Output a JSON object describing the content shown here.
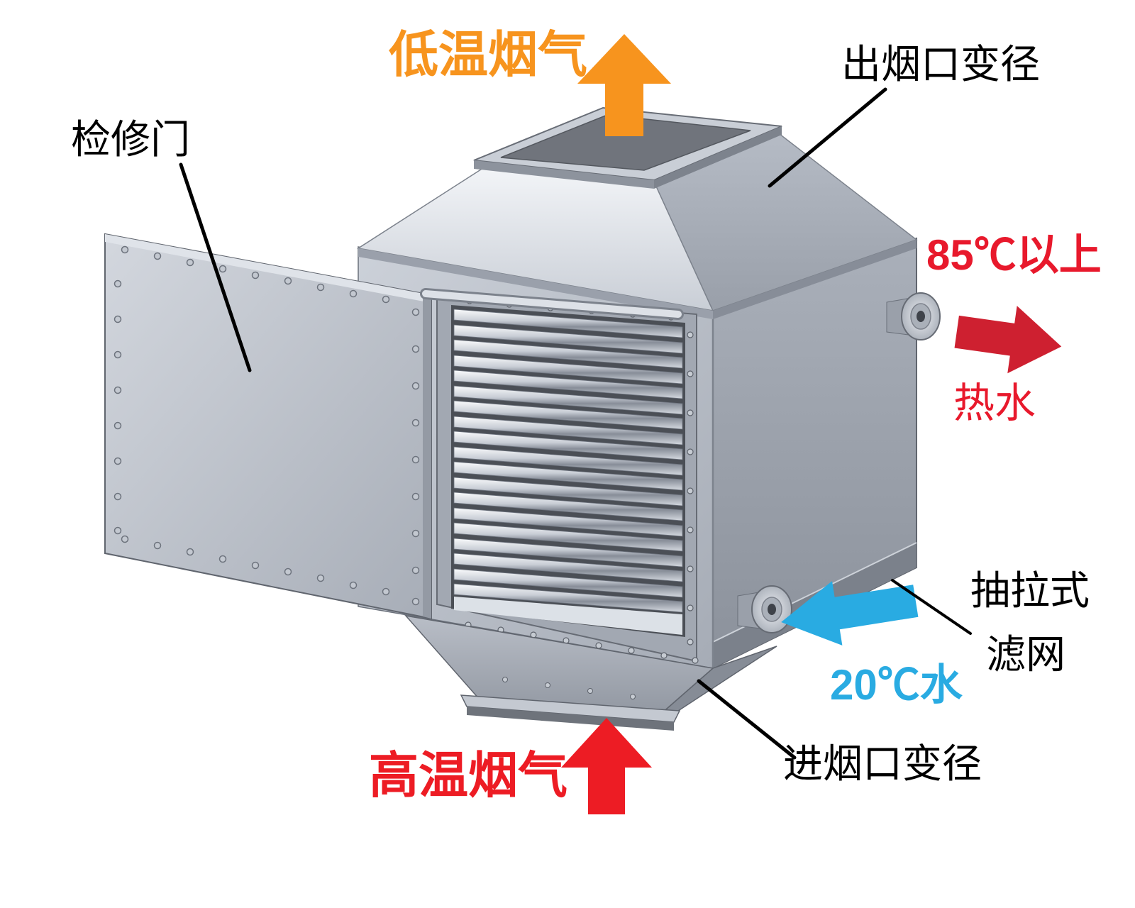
{
  "labels": {
    "low_temp_flue_gas": {
      "text": "低温烟气",
      "color": "#F7941E"
    },
    "outlet_reducer": {
      "text": "出烟口变径",
      "color": "#000000"
    },
    "inspection_door": {
      "text": "检修门",
      "color": "#000000"
    },
    "hot_water_temp": {
      "text": "85℃以上",
      "color": "#E8192C"
    },
    "hot_water": {
      "text": "热水",
      "color": "#E8192C"
    },
    "pull_out": {
      "text": "抽拉式",
      "color": "#000000"
    },
    "filter_screen": {
      "text": "滤网",
      "color": "#000000"
    },
    "cold_water_in": {
      "text": "20℃水",
      "color": "#29ABE2"
    },
    "inlet_reducer": {
      "text": "进烟口变径",
      "color": "#000000"
    },
    "high_temp_flue_gas": {
      "text": "高温烟气",
      "color": "#ED1C24"
    }
  },
  "arrows": {
    "flue_gas_outlet": {
      "direction": "up",
      "color": "#F7941E"
    },
    "flue_gas_inlet": {
      "direction": "up",
      "color": "#ED1C24"
    },
    "hot_water_outlet": {
      "direction": "right",
      "color": "#CE2030"
    },
    "cold_water_inlet": {
      "direction": "left",
      "color": "#29ABE2"
    }
  },
  "machine": {
    "body_color": "#AAB0BA",
    "tube_color": "#C8CDD5"
  }
}
